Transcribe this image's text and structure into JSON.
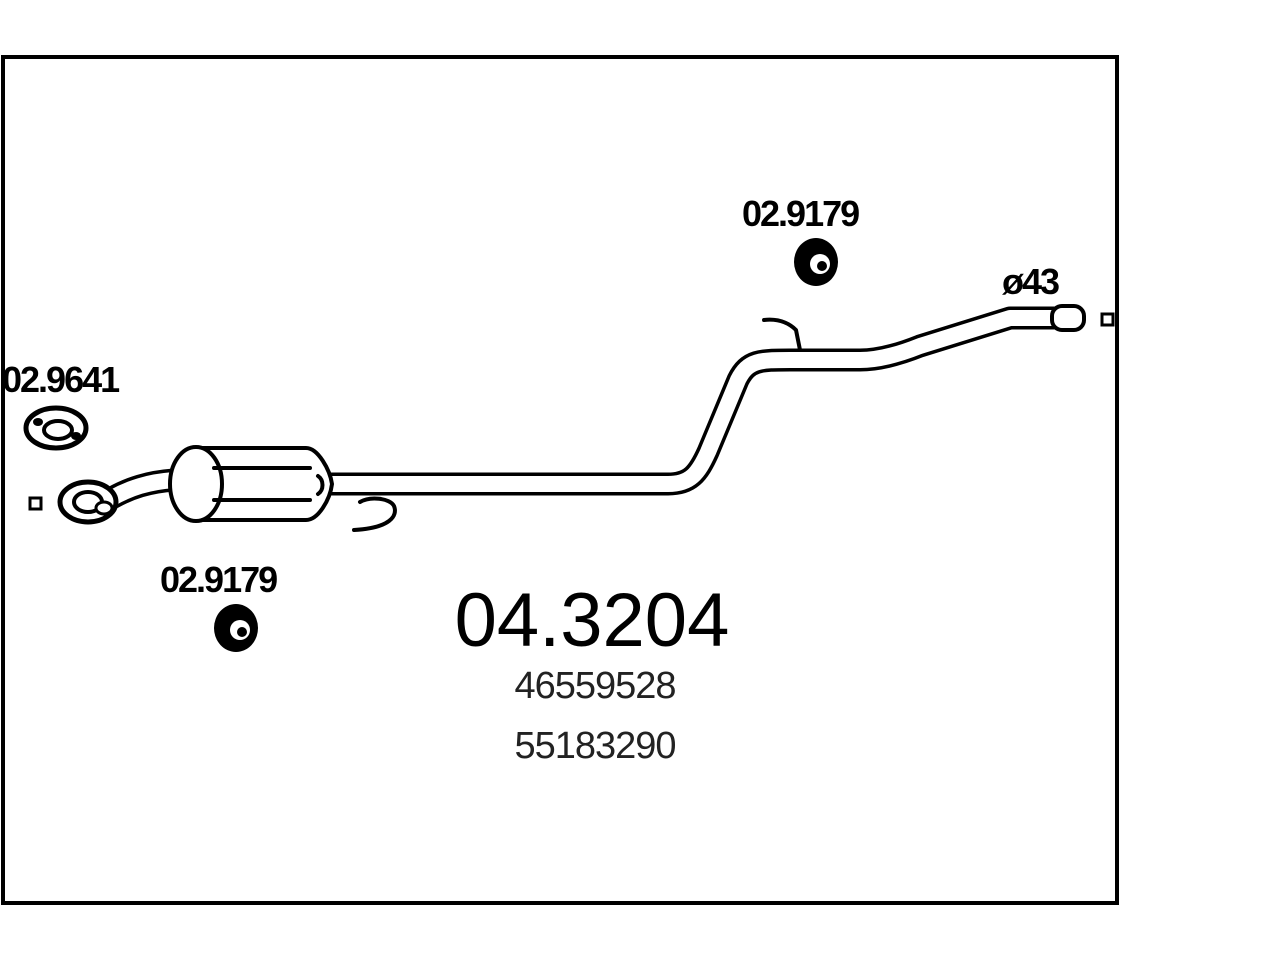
{
  "diagram": {
    "part_number": "04.3204",
    "oem_numbers": [
      "46559528",
      "55183290"
    ],
    "diameter_label": "ø43",
    "callouts": [
      {
        "code": "02.9641",
        "icon": "gasket-icon"
      },
      {
        "code": "02.9179",
        "icon": "rubber-mount-icon"
      },
      {
        "code": "02.9179",
        "icon": "rubber-mount-icon"
      }
    ]
  }
}
